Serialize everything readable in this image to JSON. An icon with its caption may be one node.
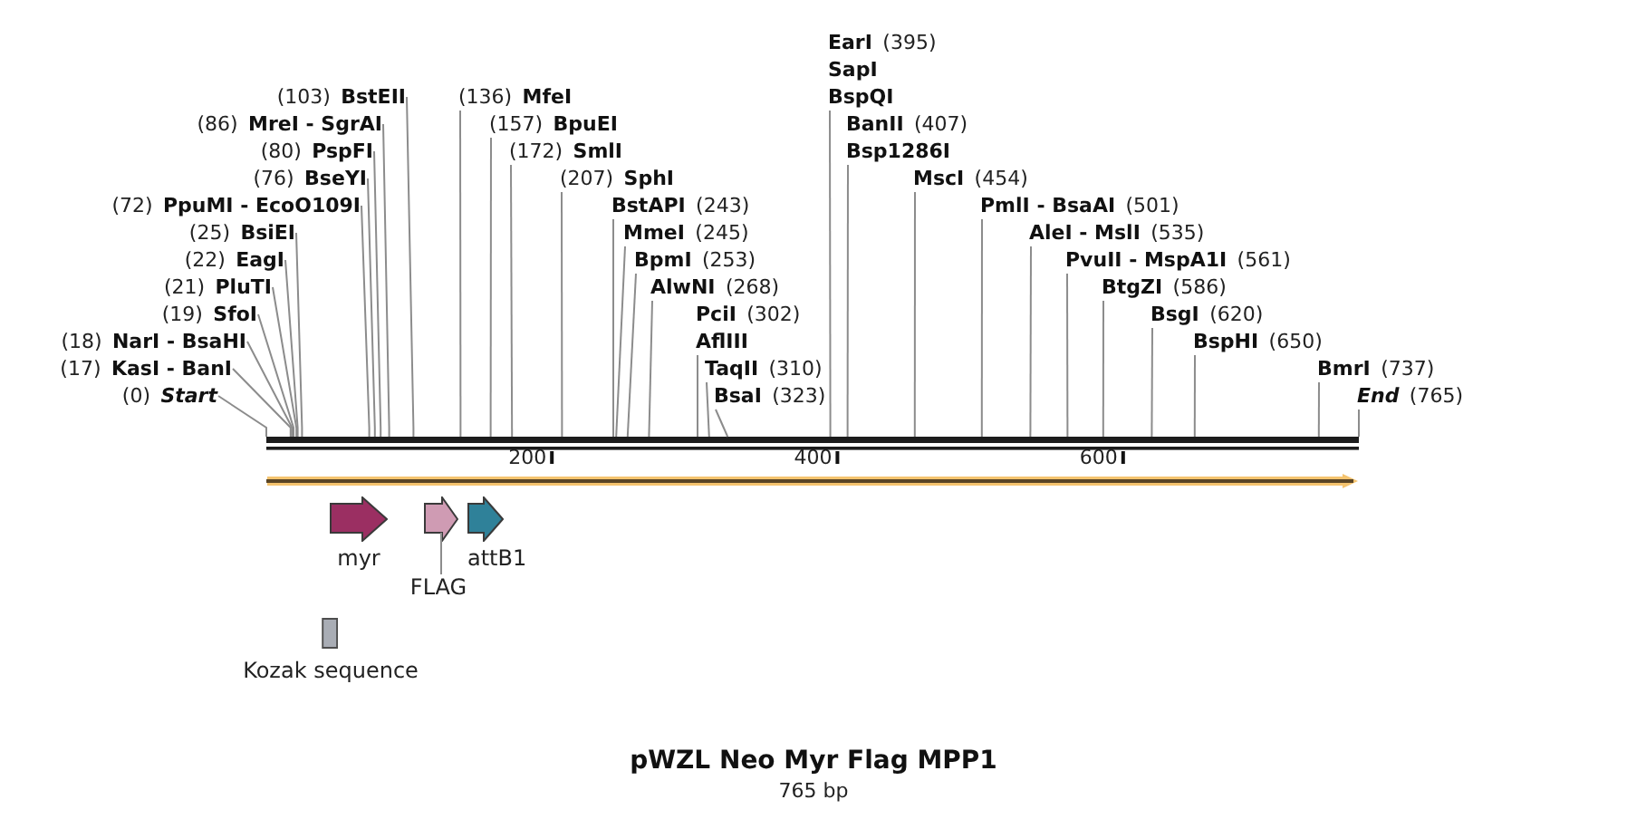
{
  "diagram": {
    "title": "pWZL Neo Myr Flag MPP1",
    "caption": "765 bp",
    "nodes": [
      {
        "text": [
          "(0)",
          "Start"
        ]
      },
      {
        "text": [
          "(17)",
          "KasI - BanI"
        ]
      },
      {
        "text": [
          "(18)",
          "NarI - BsaHI"
        ]
      },
      {
        "text": [
          "(19)",
          "SfoI"
        ]
      },
      {
        "text": [
          "(21)",
          "PluTI"
        ]
      },
      {
        "text": [
          "(22)",
          "EagI"
        ]
      },
      {
        "text": [
          "(25)",
          "BsiEI"
        ]
      },
      {
        "text": [
          "(72)",
          "PpuMI - EcoO109I"
        ]
      },
      {
        "text": [
          "(76)",
          "BseYI"
        ]
      },
      {
        "text": [
          "(80)",
          "PspFI"
        ]
      },
      {
        "text": [
          "(86)",
          "MreI - SgrAI"
        ]
      },
      {
        "text": [
          "(103)",
          "BstEII"
        ]
      },
      {
        "text": [
          "(136)",
          "MfeI"
        ]
      },
      {
        "text": [
          "(157)",
          "BpuEI"
        ]
      },
      {
        "text": [
          "(172)",
          "SmlI"
        ]
      },
      {
        "text": [
          "(207)",
          "SphI"
        ]
      },
      {
        "text": [
          "BstAPI",
          "(243)"
        ]
      },
      {
        "text": [
          "MmeI",
          "(245)"
        ]
      },
      {
        "text": [
          "BpmI",
          "(253)"
        ]
      },
      {
        "text": [
          "AlwNI",
          "(268)"
        ]
      },
      {
        "text": [
          "PciI",
          "(302)",
          "AflIII"
        ]
      },
      {
        "text": [
          "TaqII",
          "(310)"
        ]
      },
      {
        "text": [
          "BsaI",
          "(323)"
        ]
      },
      {
        "text": [
          "EarI",
          "(395)",
          "SapI",
          "BspQI"
        ]
      },
      {
        "text": [
          "BanII",
          "(407)",
          "Bsp1286I"
        ]
      },
      {
        "text": [
          "MscI",
          "(454)"
        ]
      },
      {
        "text": [
          "PmlI - BsaAI",
          "(501)"
        ]
      },
      {
        "text": [
          "AleI - MslI",
          "(535)"
        ]
      },
      {
        "text": [
          "PvuII - MspA1I",
          "(561)"
        ]
      },
      {
        "text": [
          "BtgZI",
          "(586)"
        ]
      },
      {
        "text": [
          "BsgI",
          "(620)"
        ]
      },
      {
        "text": [
          "BspHI",
          "(650)"
        ]
      },
      {
        "text": [
          "BmrI",
          "(737)"
        ]
      },
      {
        "text": [
          "End",
          "(765)"
        ]
      },
      {
        "text": [],
        "shape": "bar"
      },
      {
        "text": [],
        "shape": "arrow"
      },
      {
        "text": [
          "myr"
        ]
      },
      {
        "text": [],
        "shape": "arrow"
      },
      {
        "text": [
          "attB1"
        ]
      },
      {
        "text": [
          "FLAG"
        ]
      },
      {
        "text": [
          "Kozak sequence"
        ]
      }
    ],
    "edges": [
      {
        "from": 0,
        "to": 34,
        "arrow": "none"
      },
      {
        "from": 1,
        "to": 34,
        "arrow": "none"
      },
      {
        "from": 2,
        "to": 34,
        "arrow": "none"
      },
      {
        "from": 3,
        "to": 34,
        "arrow": "none"
      },
      {
        "from": 4,
        "to": 34,
        "arrow": "none"
      },
      {
        "from": 5,
        "to": 34,
        "arrow": "none"
      },
      {
        "from": 6,
        "to": 34,
        "arrow": "none"
      },
      {
        "from": 7,
        "to": 34,
        "arrow": "none"
      },
      {
        "from": 8,
        "to": 34,
        "arrow": "none"
      },
      {
        "from": 9,
        "to": 34,
        "arrow": "none"
      },
      {
        "from": 10,
        "to": 34,
        "arrow": "none"
      },
      {
        "from": 11,
        "to": 34,
        "arrow": "none"
      },
      {
        "from": 12,
        "to": 34,
        "arrow": "none"
      },
      {
        "from": 13,
        "to": 34,
        "arrow": "none"
      },
      {
        "from": 14,
        "to": 34,
        "arrow": "none"
      },
      {
        "from": 15,
        "to": 34,
        "arrow": "none"
      },
      {
        "from": 16,
        "to": 34,
        "arrow": "none"
      },
      {
        "from": 17,
        "to": 34,
        "arrow": "none"
      },
      {
        "from": 18,
        "to": 34,
        "arrow": "none"
      },
      {
        "from": 19,
        "to": 34,
        "arrow": "none"
      },
      {
        "from": 20,
        "to": 34,
        "arrow": "none"
      },
      {
        "from": 21,
        "to": 34,
        "arrow": "none"
      },
      {
        "from": 22,
        "to": 34,
        "arrow": "none"
      },
      {
        "from": 23,
        "to": 34,
        "arrow": "none"
      },
      {
        "from": 24,
        "to": 34,
        "arrow": "none"
      },
      {
        "from": 25,
        "to": 34,
        "arrow": "none"
      },
      {
        "from": 26,
        "to": 34,
        "arrow": "none"
      },
      {
        "from": 27,
        "to": 34,
        "arrow": "none"
      },
      {
        "from": 28,
        "to": 34,
        "arrow": "none"
      },
      {
        "from": 29,
        "to": 34,
        "arrow": "none"
      },
      {
        "from": 30,
        "to": 34,
        "arrow": "none"
      },
      {
        "from": 31,
        "to": 34,
        "arrow": "none"
      },
      {
        "from": 32,
        "to": 34,
        "arrow": "none"
      },
      {
        "from": 33,
        "to": 34,
        "arrow": "none"
      },
      {
        "from": 39,
        "to": 37,
        "arrow": "none"
      }
    ],
    "labels": [
      "200",
      "400",
      "600"
    ]
  }
}
